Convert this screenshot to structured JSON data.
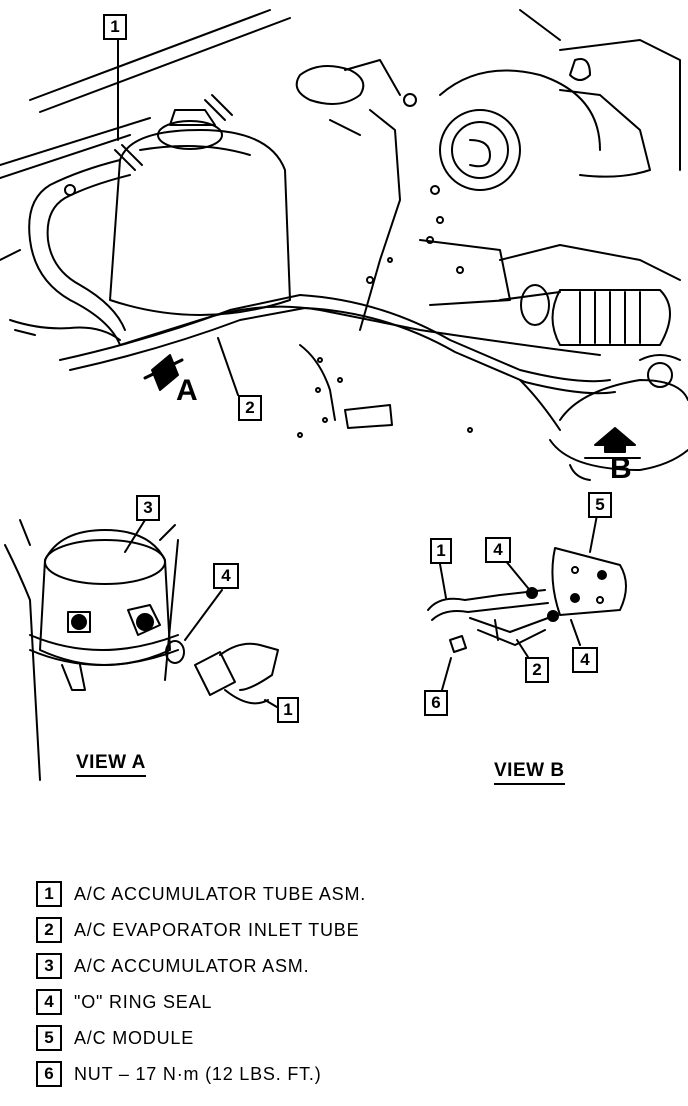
{
  "callouts": {
    "main_tube_asm": "1",
    "main_inlet_tube": "2",
    "view_a_accumulator": "3",
    "view_a_o_ring": "4",
    "view_a_tube_asm": "1",
    "view_b_module": "5",
    "view_b_tube_asm": "1",
    "view_b_o_ring_top": "4",
    "view_b_o_ring_right": "4",
    "view_b_inlet_tube": "2",
    "view_b_nut": "6"
  },
  "view_markers": {
    "a": "A",
    "b": "B"
  },
  "view_labels": {
    "a": "VIEW A",
    "b": "VIEW B"
  },
  "legend": [
    {
      "num": "1",
      "text": "A/C ACCUMULATOR TUBE ASM."
    },
    {
      "num": "2",
      "text": "A/C EVAPORATOR INLET TUBE"
    },
    {
      "num": "3",
      "text": "A/C ACCUMULATOR ASM."
    },
    {
      "num": "4",
      "text": "\"O\" RING SEAL"
    },
    {
      "num": "5",
      "text": "A/C MODULE"
    },
    {
      "num": "6",
      "text": "NUT – 17 N·m (12 LBS. FT.)"
    }
  ]
}
